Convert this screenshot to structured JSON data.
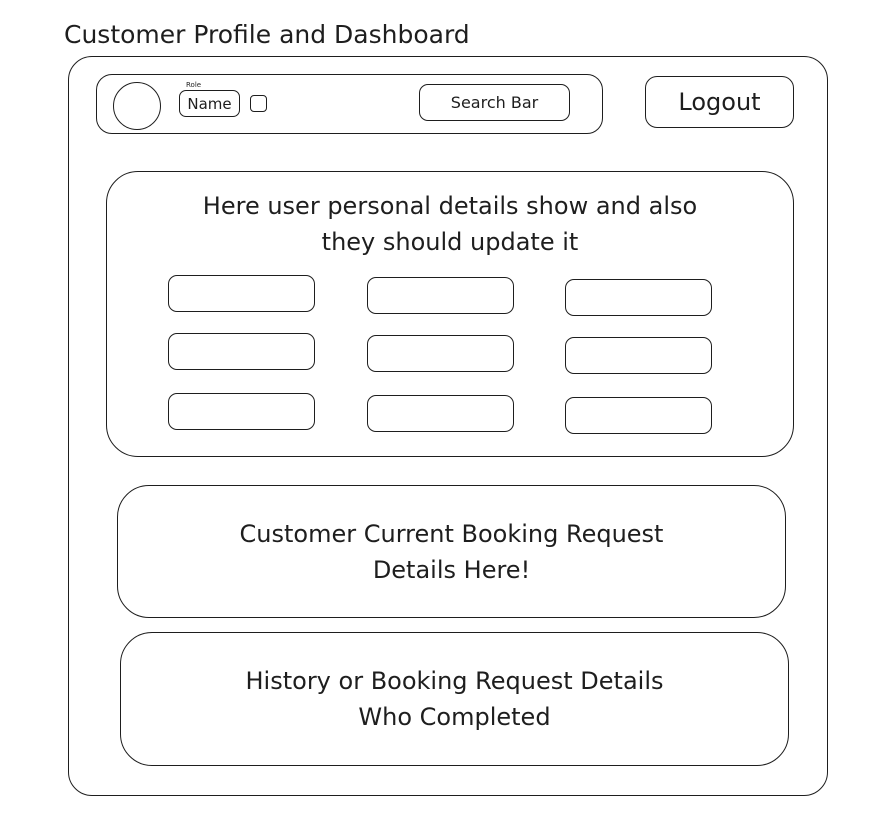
{
  "page": {
    "title": "Customer Profile and Dashboard"
  },
  "header": {
    "role_label": "Role",
    "name_label": "Name",
    "search_label": "Search Bar",
    "logout_label": "Logout"
  },
  "personal_details": {
    "text": "Here user personal details show and also\nthey should update it",
    "fields": [
      "",
      "",
      "",
      "",
      "",
      "",
      "",
      "",
      ""
    ]
  },
  "current_booking": {
    "text": "Customer Current Booking Request\nDetails Here!"
  },
  "history": {
    "text": "History or Booking Request Details\nWho Completed"
  }
}
